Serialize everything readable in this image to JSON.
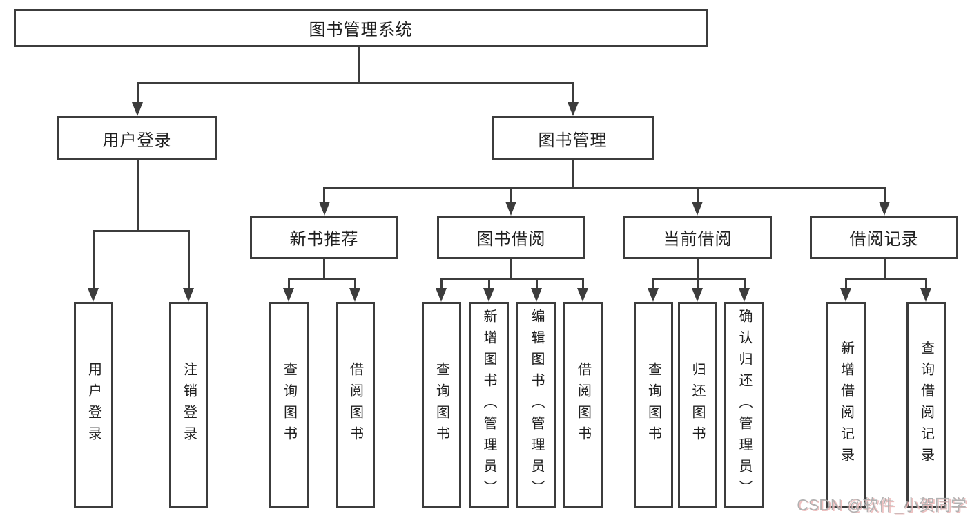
{
  "nodes": {
    "root": {
      "label": "图书管理系统"
    },
    "userLogin": {
      "label": "用户登录"
    },
    "bookMgmt": {
      "label": "图书管理"
    },
    "newBook": {
      "label": "新书推荐"
    },
    "bookBorrow": {
      "label": "图书借阅"
    },
    "currentBorrow": {
      "label": "当前借阅"
    },
    "borrowRecords": {
      "label": "借阅记录"
    },
    "leafUserLogin": {
      "label": "用户登录"
    },
    "leafLogout": {
      "label": "注销登录"
    },
    "leafQueryBook1": {
      "label": "查询图书"
    },
    "leafBorrowBook1": {
      "label": "借阅图书"
    },
    "leafQueryBook2": {
      "label": "查询图书"
    },
    "leafAddBook": {
      "label": "新增图书（管理员）"
    },
    "leafEditBook": {
      "label": "编辑图书（管理员）"
    },
    "leafBorrowBook2": {
      "label": "借阅图书"
    },
    "leafQueryBook3": {
      "label": "查询图书"
    },
    "leafReturnBook": {
      "label": "归还图书"
    },
    "leafConfirmReturn": {
      "label": "确认归还（管理员）"
    },
    "leafAddRecord": {
      "label": "新增借阅记录"
    },
    "leafQueryRecord": {
      "label": "查询借阅记录"
    }
  },
  "structure": {
    "图书管理系统": {
      "用户登录": [
        "用户登录",
        "注销登录"
      ],
      "图书管理": {
        "新书推荐": [
          "查询图书",
          "借阅图书"
        ],
        "图书借阅": [
          "查询图书",
          "新增图书（管理员）",
          "编辑图书（管理员）",
          "借阅图书"
        ],
        "当前借阅": [
          "查询图书",
          "归还图书",
          "确认归还（管理员）"
        ],
        "借阅记录": [
          "新增借阅记录",
          "查询借阅记录"
        ]
      }
    }
  },
  "watermark": {
    "text": "CSDN @软件_小贺同学"
  },
  "colors": {
    "line": "#3c3c3c",
    "border": "#3c3c3c",
    "text": "#1f1f1f",
    "background": "#ffffff",
    "watermark_text": "#a9a9a9",
    "watermark_shadow": "#edb9b9"
  }
}
